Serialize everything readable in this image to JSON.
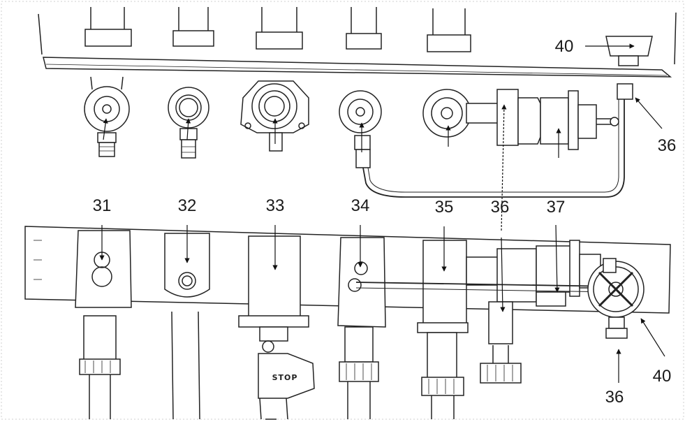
{
  "labels": {
    "top_31": "31",
    "top_32": "32",
    "top_33": "33",
    "top_34": "34",
    "top_35": "35",
    "top_36": "36",
    "top_37": "37",
    "top_right_40": "40",
    "right_36_upper": "36",
    "bottom_36": "36",
    "bottom_40": "40"
  },
  "stop_text": "STOP"
}
